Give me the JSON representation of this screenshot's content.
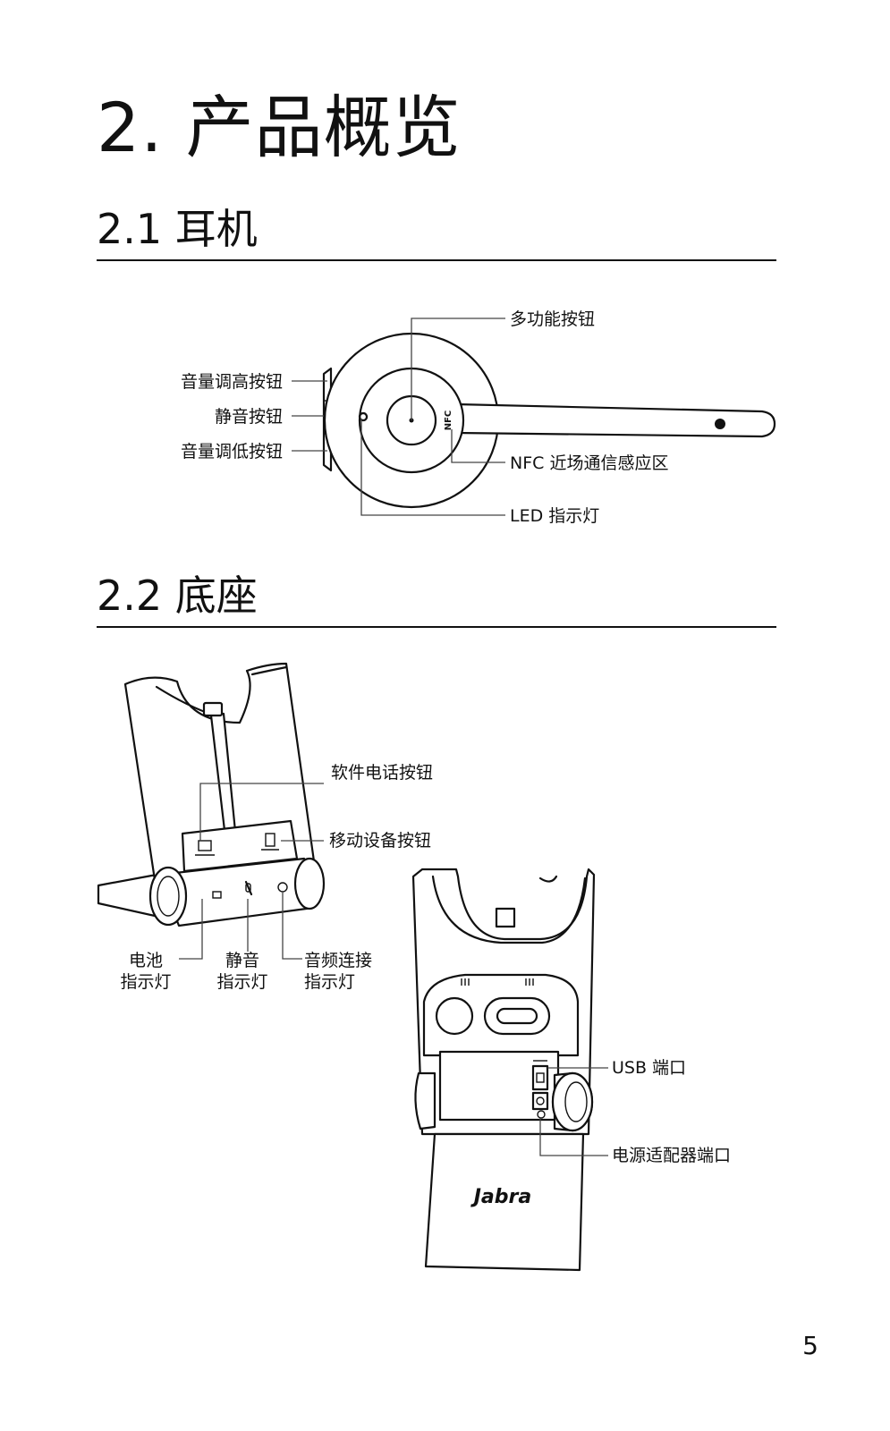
{
  "page": {
    "title": "2. 产品概览",
    "page_number": "5"
  },
  "headset": {
    "heading": "2.1 耳机",
    "labels": {
      "multifunction": "多功能按钮",
      "volume_up": "音量调高按钮",
      "mute": "静音按钮",
      "volume_down": "音量调低按钮",
      "nfc_zone": "NFC 近场通信感应区",
      "led": "LED 指示灯"
    },
    "nfc_mark": "NFC"
  },
  "base": {
    "heading": "2.2 底座",
    "labels": {
      "softphone": "软件电话按钮",
      "mobile": "移动设备按钮",
      "battery_line1": "电池",
      "battery_line2": "指示灯",
      "mute_line1": "静音",
      "mute_line2": "指示灯",
      "audio_line1": "音频连接",
      "audio_line2": "指示灯",
      "usb": "USB 端口",
      "power": "电源适配器端口"
    },
    "brand": "Jabra"
  },
  "icons": [
    "bluetooth-icon",
    "battery-icon",
    "mute-icon",
    "headset-icon",
    "laptop-icon",
    "phone-icon",
    "usb-icon"
  ]
}
